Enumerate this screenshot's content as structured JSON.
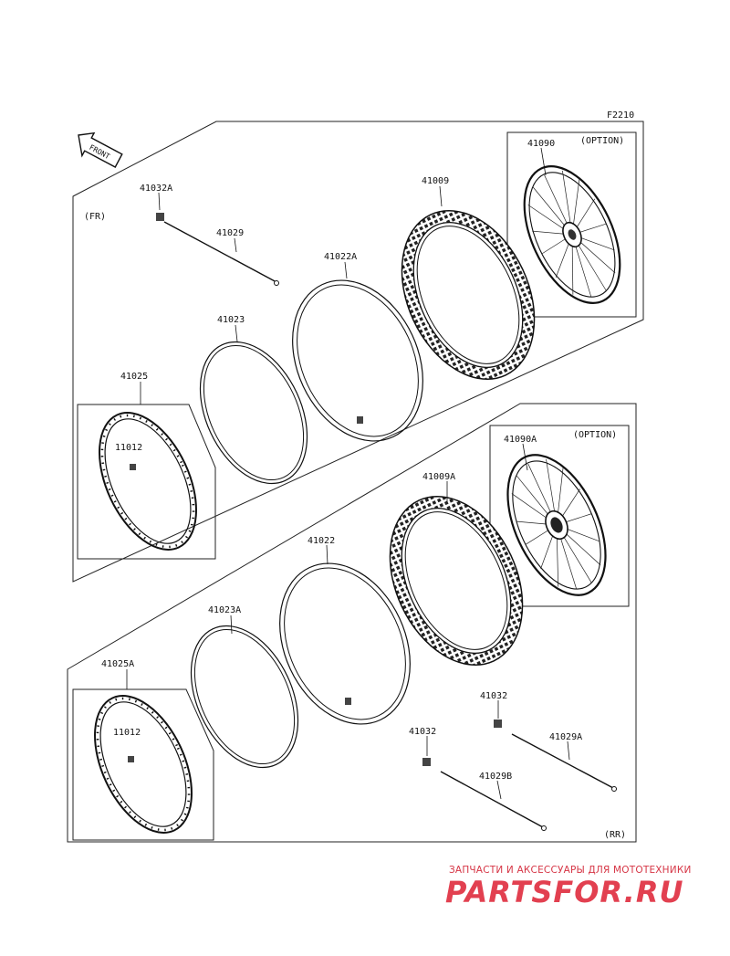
{
  "figure_code": "F2210",
  "front_arrow_label": "FRONT",
  "front_section": {
    "tag": "(FR)",
    "parts": {
      "valve_nut": "41032A",
      "spoke": "41029",
      "tube": "41022A",
      "tire": "41009",
      "rim_band": "41023",
      "rim": "41025",
      "rim_nut": "11012",
      "wheel_assy": "41090",
      "option": "(OPTION)"
    }
  },
  "rear_section": {
    "tag": "(RR)",
    "parts": {
      "wheel_assy": "41090A",
      "option": "(OPTION)",
      "tire": "41009A",
      "tube": "41022",
      "rim_band": "41023A",
      "rim": "41025A",
      "rim_nut": "11012",
      "valve_nut_1": "41032",
      "spoke_1": "41029A",
      "valve_nut_2": "41032",
      "spoke_2": "41029B"
    }
  },
  "watermark": {
    "tagline": "ЗАПЧАСТИ И АКСЕССУАРЫ ДЛЯ МОТОТЕХНИКИ",
    "logo": "PARTSFOR.RU"
  }
}
